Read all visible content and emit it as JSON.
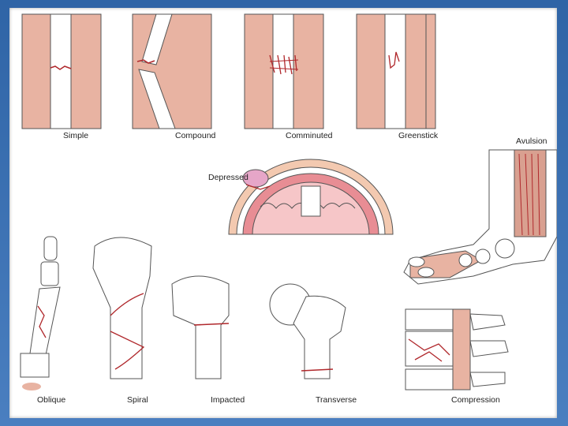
{
  "labels": {
    "simple": "Simple",
    "compound": "Compound",
    "comminuted": "Comminuted",
    "greenstick": "Greenstick",
    "avulsion": "Avulsion",
    "depressed": "Depressed",
    "oblique": "Oblique",
    "spiral": "Spiral",
    "impacted": "Impacted",
    "transverse": "Transverse",
    "compression": "Compression"
  },
  "colors": {
    "frame": "#3a6fb0",
    "skin": "#e8b3a2",
    "bone": "#ffffff",
    "fracture_line": "#b0282c",
    "outline": "#555555"
  }
}
